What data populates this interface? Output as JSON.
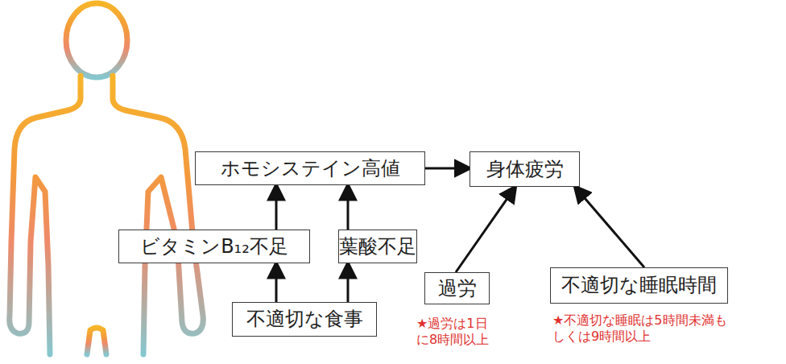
{
  "diagram": {
    "nodes": [
      {
        "text": [
          "ホモシステイン高値"
        ]
      },
      {
        "text": [
          "身体疲労"
        ]
      },
      {
        "text": [
          "ビタミンB₁₂不足"
        ]
      },
      {
        "text": [
          "葉酸不足"
        ]
      },
      {
        "text": [
          "過労"
        ]
      },
      {
        "text": [
          "不適切な睡眠時間"
        ]
      },
      {
        "text": [
          "不適切な食事"
        ]
      }
    ],
    "edges": [
      {
        "from": 2,
        "to": 0,
        "arrow": "to"
      },
      {
        "from": 3,
        "to": 0,
        "arrow": "to"
      },
      {
        "from": 6,
        "to": 2,
        "arrow": "to"
      },
      {
        "from": 6,
        "to": 3,
        "arrow": "to"
      },
      {
        "from": 0,
        "to": 1,
        "arrow": "to"
      },
      {
        "from": 4,
        "to": 1,
        "arrow": "to"
      },
      {
        "from": 5,
        "to": 1,
        "arrow": "to"
      }
    ],
    "labels": [
      "★過労は1日に8時間以上",
      "★不適切な睡眠は5時間未満もしくは9時間以上"
    ]
  }
}
